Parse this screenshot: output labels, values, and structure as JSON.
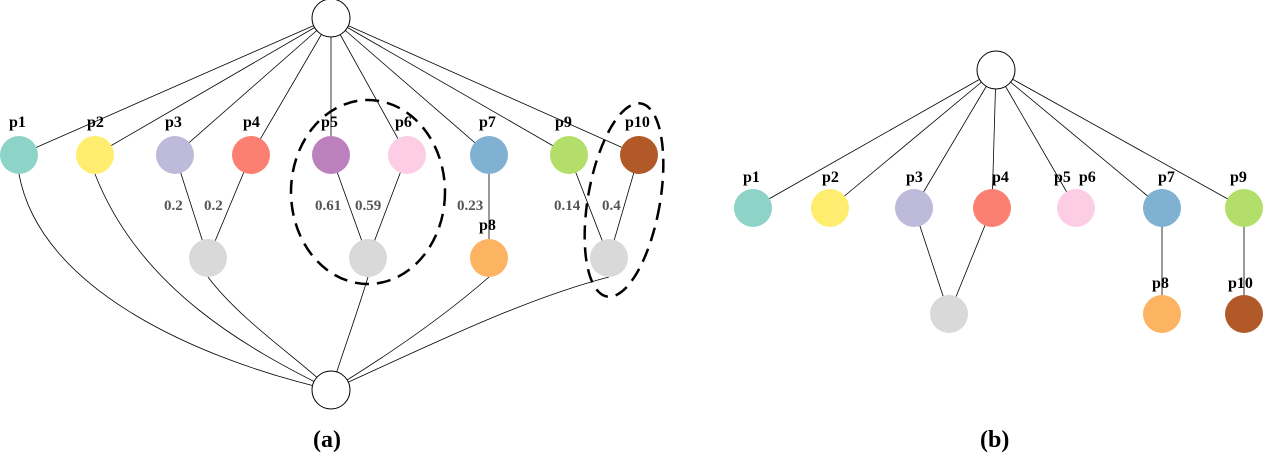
{
  "panels": {
    "a": {
      "caption": "(a)",
      "nodes": [
        {
          "id": "p1",
          "label": "p1",
          "color": "#8dd3c7"
        },
        {
          "id": "p2",
          "label": "p2",
          "color": "#ffed6f"
        },
        {
          "id": "p3",
          "label": "p3",
          "color": "#bebada"
        },
        {
          "id": "p4",
          "label": "p4",
          "color": "#fb8072"
        },
        {
          "id": "p5",
          "label": "p5",
          "color": "#bc80bd"
        },
        {
          "id": "p6",
          "label": "p6",
          "color": "#fccde5"
        },
        {
          "id": "p7",
          "label": "p7",
          "color": "#80b1d3"
        },
        {
          "id": "p8",
          "label": "p8",
          "color": "#fdb462"
        },
        {
          "id": "p9",
          "label": "p9",
          "color": "#b3de69"
        },
        {
          "id": "p10",
          "label": "p10",
          "color": "#b15928"
        },
        {
          "id": "m34",
          "label": "",
          "color": "#d9d9d9"
        },
        {
          "id": "m56",
          "label": "",
          "color": "#d9d9d9"
        },
        {
          "id": "m910",
          "label": "",
          "color": "#d9d9d9"
        }
      ],
      "weights": [
        {
          "edge": "p3-m34",
          "text": "0.2"
        },
        {
          "edge": "p4-m34",
          "text": "0.2"
        },
        {
          "edge": "p5-m56",
          "text": "0.61"
        },
        {
          "edge": "p6-m56",
          "text": "0.59"
        },
        {
          "edge": "p7-p8",
          "text": "0.23"
        },
        {
          "edge": "p9-m910",
          "text": "0.14"
        },
        {
          "edge": "p10-m910",
          "text": "0.4"
        }
      ],
      "highlighted_groups": [
        [
          "p5",
          "p6"
        ],
        [
          "p10"
        ]
      ]
    },
    "b": {
      "caption": "(b)",
      "nodes": [
        {
          "id": "p1",
          "label": "p1",
          "color": "#8dd3c7"
        },
        {
          "id": "p2",
          "label": "p2",
          "color": "#ffed6f"
        },
        {
          "id": "p3",
          "label": "p3",
          "color": "#bebada"
        },
        {
          "id": "p4",
          "label": "p4",
          "color": "#fb8072"
        },
        {
          "id": "p56",
          "label": "p5  p6",
          "color": "#fccde5"
        },
        {
          "id": "p7",
          "label": "p7",
          "color": "#80b1d3"
        },
        {
          "id": "p9",
          "label": "p9",
          "color": "#b3de69"
        },
        {
          "id": "m34",
          "label": "",
          "color": "#d9d9d9"
        },
        {
          "id": "p8",
          "label": "p8",
          "color": "#fdb462"
        },
        {
          "id": "p10",
          "label": "p10",
          "color": "#b15928"
        }
      ]
    }
  }
}
